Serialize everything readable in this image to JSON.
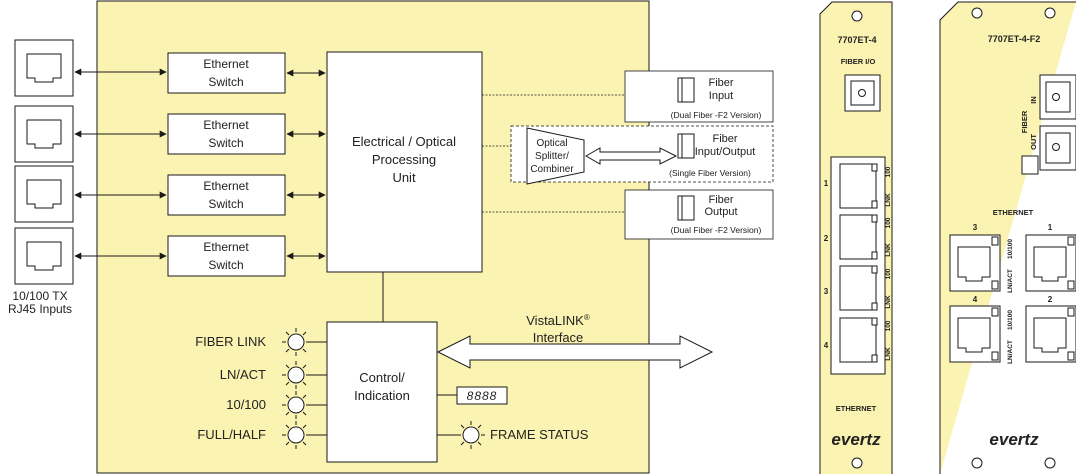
{
  "colors": {
    "panel_fill": "#fbf3b1",
    "stroke": "#1a1a1a",
    "white": "#ffffff"
  },
  "rj45": {
    "caption_line1": "10/100 TX",
    "caption_line2": "RJ45 Inputs"
  },
  "switches": [
    {
      "line1": "Ethernet",
      "line2": "Switch"
    },
    {
      "line1": "Ethernet",
      "line2": "Switch"
    },
    {
      "line1": "Ethernet",
      "line2": "Switch"
    },
    {
      "line1": "Ethernet",
      "line2": "Switch"
    }
  ],
  "processing": {
    "line1": "Electrical / Optical",
    "line2": "Processing",
    "line3": "Unit"
  },
  "control": {
    "line1": "Control/",
    "line2": "Indication"
  },
  "splitter": {
    "line1": "Optical",
    "line2": "Splitter/",
    "line3": "Combiner"
  },
  "fiber_boxes": [
    {
      "line1": "Fiber",
      "line2": "Input",
      "note": "(Dual Fiber -F2 Version)"
    },
    {
      "line1": "Fiber",
      "line2": "Input/Output",
      "note": "(Single Fiber  Version)"
    },
    {
      "line1": "Fiber",
      "line2": "Output",
      "note": "(Dual Fiber -F2 Version)"
    }
  ],
  "vistalink": {
    "line1": "VistaLINK",
    "reg": "®",
    "line2": "Interface"
  },
  "leds": {
    "fiber_link": "FIBER LINK",
    "ln_act": "LN/ACT",
    "speed": "10/100",
    "duplex": "FULL/HALF",
    "frame_status": "FRAME STATUS"
  },
  "display_text": "8888",
  "panel1": {
    "model": "7707ET-4",
    "fiber_label": "FIBER I/O",
    "port_numbers": [
      "1",
      "2",
      "3",
      "4"
    ],
    "side_100": "100",
    "side_lnk": "LNK",
    "bottom_label": "ETHERNET",
    "brand": "evertz"
  },
  "panel2": {
    "model": "7707ET-4-F2",
    "fiber_label": "FIBER",
    "in_label": "IN",
    "out_label": "OUT",
    "ethernet_label": "ETHERNET",
    "port_numbers": [
      "3",
      "1",
      "4",
      "2"
    ],
    "side_speed": "10/100",
    "side_lnact": "LN/ACT",
    "brand": "evertz"
  }
}
